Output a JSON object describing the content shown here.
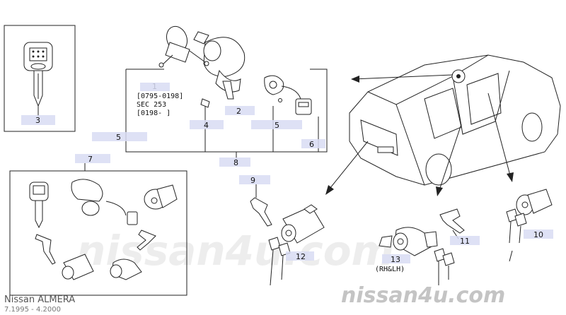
{
  "callouts": {
    "c1": "1",
    "c2": "2",
    "c3": "3",
    "c4": "4",
    "c5a": "5",
    "c5b": "5",
    "c6": "6",
    "c7": "7",
    "c8": "8",
    "c9": "9",
    "c10": "10",
    "c11": "11",
    "c12": "12",
    "c13": "13"
  },
  "notes": {
    "range1": "[0795-0198]",
    "sec": "SEC 253",
    "range2": "[0198-      ]",
    "rhlh": "(RH&LH)"
  },
  "footer": {
    "model": "Nissan  ALMERA",
    "dates": "7.1995  -  4.2000",
    "brand": "nissan4u.com"
  },
  "watermark": "nissan4u.com",
  "colors": {
    "highlight": "#d8dcf3",
    "line": "#222222",
    "watermark": "#c9c9c9"
  }
}
